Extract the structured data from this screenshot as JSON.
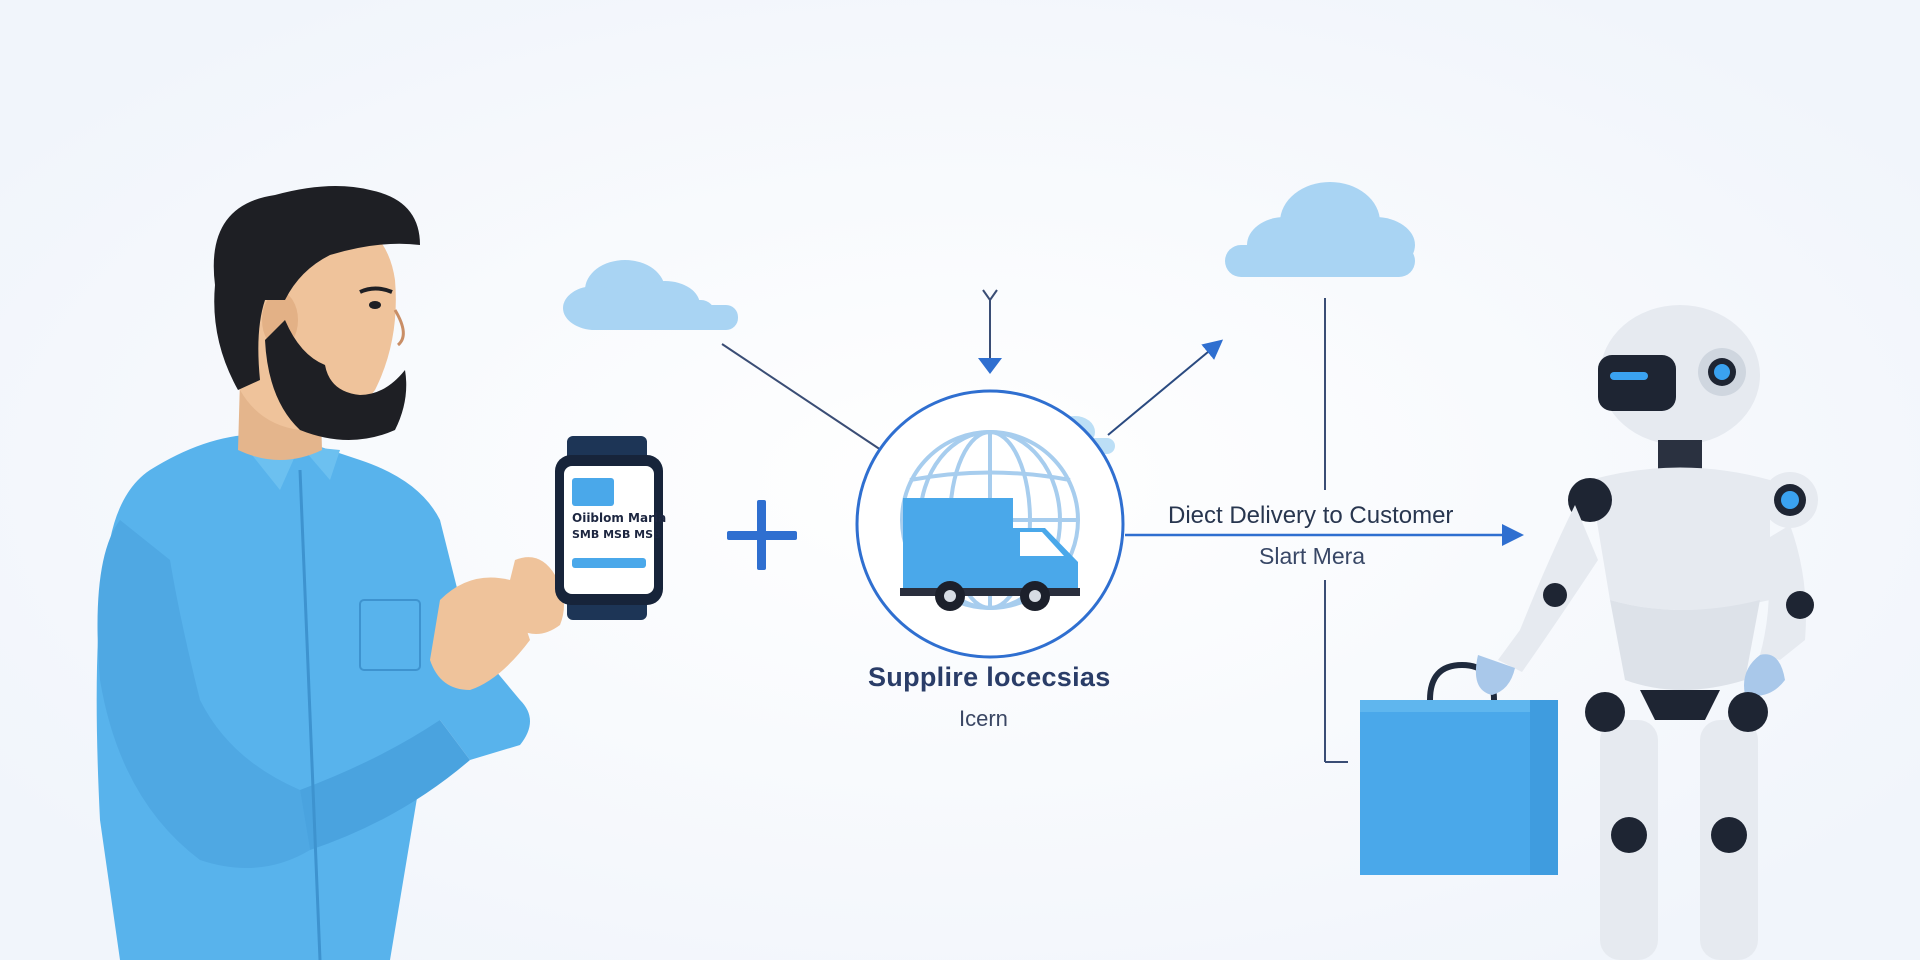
{
  "diagram": {
    "phone": {
      "line1": "Oiiblom Marla",
      "line2": "SMB MSB MSB"
    },
    "arrow_label": {
      "title": "Diect Delivery to Customer",
      "subtitle": "Slart Mera"
    },
    "hub_label": {
      "title": "Supplire locecsias",
      "subtitle": "Icern"
    },
    "colors": {
      "background": "#f8fafd",
      "accent_blue": "#2f6fd0",
      "shirt_blue": "#58b3ec",
      "cloud_blue": "#a9d4f3",
      "truck_blue": "#4aa8ea",
      "robot_white": "#e6eaf0",
      "robot_visor": "#1e2533",
      "robot_eye": "#3aa2f0"
    },
    "icons": [
      "person-figure",
      "smartphone-icon",
      "plus-icon",
      "globe-icon",
      "truck-icon",
      "cloud-icon",
      "robot-figure",
      "shopping-bag-icon",
      "arrow-icon"
    ]
  }
}
